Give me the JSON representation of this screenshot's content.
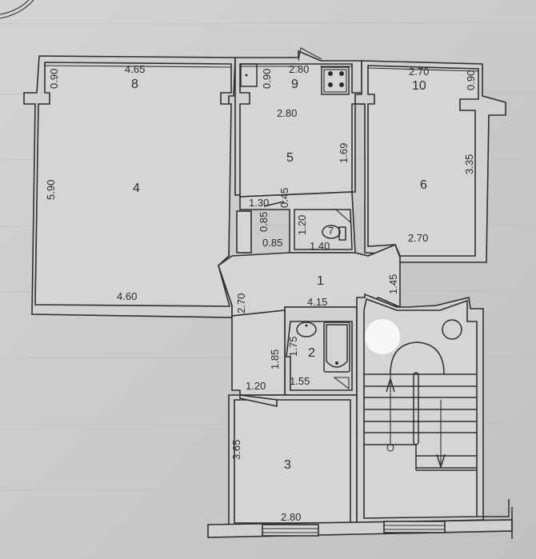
{
  "plan": {
    "rooms": [
      {
        "id": "1",
        "label": "1"
      },
      {
        "id": "2",
        "label": "2"
      },
      {
        "id": "3",
        "label": "3"
      },
      {
        "id": "4",
        "label": "4"
      },
      {
        "id": "5",
        "label": "5"
      },
      {
        "id": "6",
        "label": "6"
      },
      {
        "id": "7",
        "label": "7"
      },
      {
        "id": "8",
        "label": "8"
      },
      {
        "id": "9",
        "label": "9"
      },
      {
        "id": "10",
        "label": "10"
      }
    ],
    "dimensions": {
      "balcony8_width": "4.65",
      "balcony8_depth": "0.90",
      "room4_height": "5.90",
      "room4_width": "4.60",
      "balcony9_width": "2.80",
      "balcony9_depth": "0.90",
      "kitchen5_width": "2.80",
      "kitchen5_height": "1.69",
      "hall_a": "1.30",
      "hall_b": "0.45",
      "closet_depth": "0.85",
      "closet_width": "0.85",
      "wc7_height": "1.20",
      "wc7_width": "1.40",
      "balcony10_width": "2.70",
      "balcony10_depth": "0.90",
      "room6_height": "3.35",
      "room6_width": "2.70",
      "hall1_width": "4.15",
      "hall1_depth": "1.45",
      "corridor_height": "2.70",
      "bath2_height": "1.75",
      "bath2_width": "1.55",
      "corridor2_height": "1.85",
      "corridor2_width": "1.20",
      "room3_height": "3.65",
      "room3_width": "2.80"
    }
  }
}
